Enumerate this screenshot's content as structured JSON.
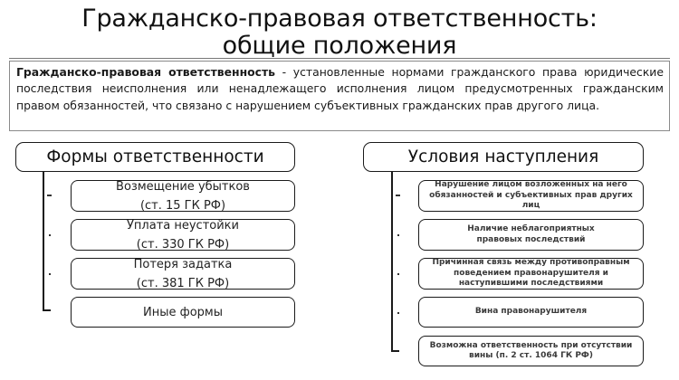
{
  "title": {
    "line1": "Гражданско-правовая ответственность:",
    "line2": "общие положения"
  },
  "definition": {
    "term": "Гражданско-правовая ответственность",
    "text": " - установленные нормами гражданского права юридические последствия неисполнения или ненадлежащего исполнения лицом предусмотренных гражданским правом обязанностей, что связано с нарушением субъективных гражданских прав другого лица."
  },
  "forms": {
    "header": "Формы ответственности",
    "items": [
      {
        "line1": "Возмещение убытков",
        "line2": "(ст. 15 ГК РФ)"
      },
      {
        "line1": "Уплата неустойки",
        "line2": "(ст. 330 ГК РФ)"
      },
      {
        "line1": "Потеря задатка",
        "line2": "(ст. 381 ГК РФ)"
      },
      {
        "line1": "Иные формы",
        "line2": ""
      }
    ]
  },
  "conditions": {
    "header": "Условия наступления",
    "items": [
      {
        "text": "Нарушение лицом возложенных на него обязанностей и субъективных прав других лиц"
      },
      {
        "text": "Наличие неблагоприятных правовых последствий"
      },
      {
        "text": "Причинная связь между противоправным поведением правонарушителя и наступившими последствиями"
      },
      {
        "text": "Вина правонарушителя"
      },
      {
        "text": "Возможна ответственность при отсутствии вины (п. 2 ст. 1064 ГК РФ)"
      }
    ]
  }
}
